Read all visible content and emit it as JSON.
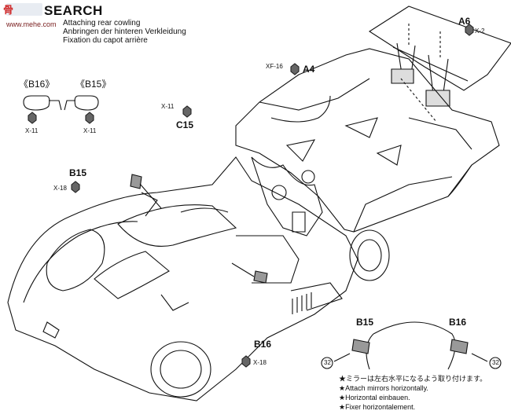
{
  "header": {
    "title": "SEARCH",
    "logo_text": "骨",
    "logo_sub": "www.mehe.com"
  },
  "instructions": [
    "Attaching rear cowling",
    "Anbringen der hinteren Verkleidung",
    "Fixation du capot arrière"
  ],
  "parts": {
    "a6": "A6",
    "x2": "X-2",
    "xf16": "XF-16",
    "a4": "A4",
    "b16_paren": "《B16》",
    "b15_paren": "《B15》",
    "x11_a": "X-11",
    "x11_b": "X-11",
    "x11_c": "X-11",
    "c15": "C15",
    "b15": "B15",
    "x18_a": "X-18",
    "b16": "B16",
    "x18_b": "X-18",
    "detail_b15": "B15",
    "detail_b16": "B16",
    "detail_32_left": "32",
    "detail_32_right": "32"
  },
  "notes": [
    "★ミラーは左右水平になるよう取り付けます。",
    "★Attach mirrors horizontally.",
    "★Horizontal einbauen.",
    "★Fixer horizontalement."
  ],
  "colors": {
    "ink": "#111111",
    "part_fill": "#777777",
    "logo": "#d02a2a"
  }
}
